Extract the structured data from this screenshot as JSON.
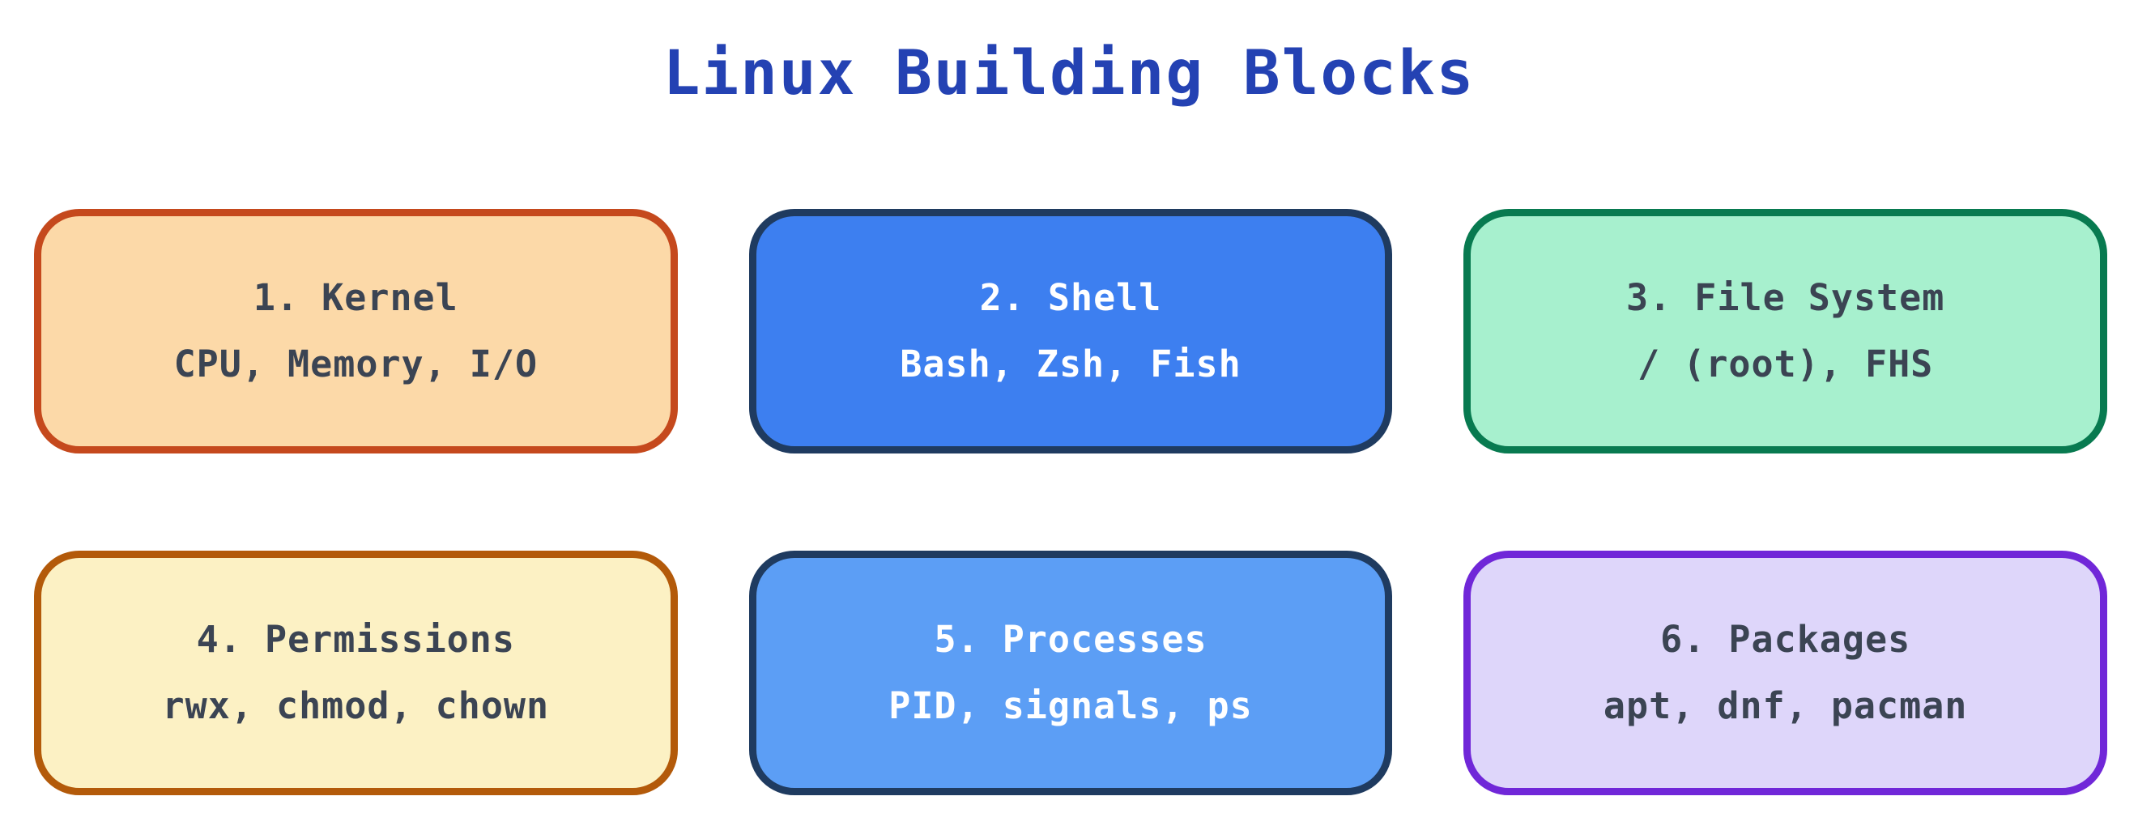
{
  "page": {
    "background_color": "#ffffff"
  },
  "title": {
    "text": "Linux Building Blocks",
    "color": "#2442B3"
  },
  "blocks": [
    {
      "id": "kernel",
      "title": "1. Kernel",
      "subtitle": "CPU, Memory, I/O",
      "fill_color": "#FCD9A8",
      "border_color": "#C5491D",
      "text_color": "#3B4453"
    },
    {
      "id": "shell",
      "title": "2. Shell",
      "subtitle": "Bash, Zsh, Fish",
      "fill_color": "#3D7FF0",
      "border_color": "#1F3B60",
      "text_color": "#FFFFFF"
    },
    {
      "id": "file-system",
      "title": "3. File System",
      "subtitle": "/ (root), FHS",
      "fill_color": "#A7F0CE",
      "border_color": "#087A50",
      "text_color": "#3B4453"
    },
    {
      "id": "permissions",
      "title": "4. Permissions",
      "subtitle": "rwx, chmod, chown",
      "fill_color": "#FCF1C4",
      "border_color": "#B35A0A",
      "text_color": "#3B4453"
    },
    {
      "id": "processes",
      "title": "5. Processes",
      "subtitle": "PID, signals, ps",
      "fill_color": "#5C9EF5",
      "border_color": "#1F3B60",
      "text_color": "#FFFFFF"
    },
    {
      "id": "packages",
      "title": "6. Packages",
      "subtitle": "apt, dnf, pacman",
      "fill_color": "#DED6FA",
      "border_color": "#7027D8",
      "text_color": "#3B4453"
    }
  ]
}
